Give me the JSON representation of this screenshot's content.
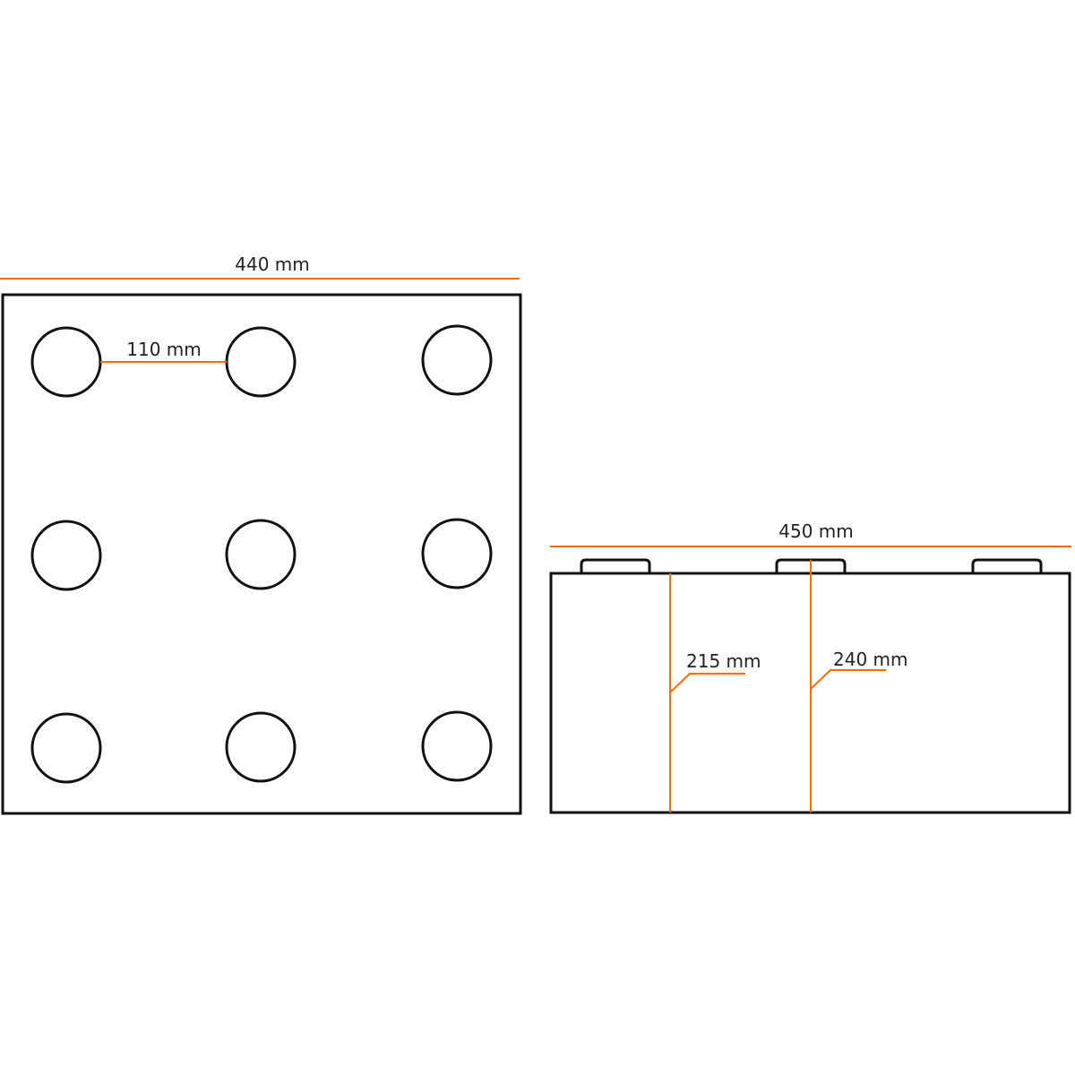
{
  "colors": {
    "outline": "#111111",
    "dimension": "#ff6a00",
    "text": "#222222",
    "background": "#ffffff"
  },
  "top_view": {
    "width_label": "440 mm",
    "spacing_label": "110 mm",
    "stud_rows": 3,
    "stud_columns": 3
  },
  "side_view": {
    "width_label": "450 mm",
    "body_height_label": "215 mm",
    "total_height_label": "240 mm",
    "stud_count": 3
  }
}
